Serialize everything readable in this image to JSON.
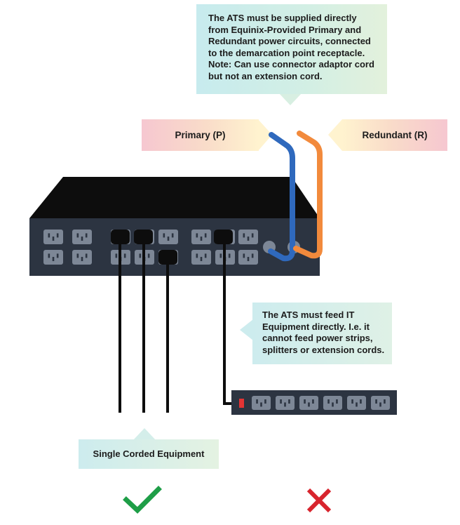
{
  "callouts": {
    "ats_supply": [
      "The ATS must be supplied directly",
      "from Equinix-Provided Primary and",
      "Redundant power circuits, connected",
      "to the demarcation point receptacle.",
      "Note: Can use connector adaptor cord",
      "but not an extension cord."
    ],
    "ats_feed": [
      "The ATS must feed IT",
      "Equipment directly. I.e. it",
      "cannot feed power strips,",
      "splitters or extension cords."
    ],
    "single_corded": "Single Corded Equipment"
  },
  "labels": {
    "primary": "Primary (P)",
    "redundant": "Redundant (R)"
  },
  "marks": {
    "allowed": "check-icon",
    "not_allowed": "cross-icon"
  },
  "colors": {
    "primary_cord": "#2f69bd",
    "redundant_cord": "#f28a3c",
    "device_body": "#2c3441",
    "device_top": "#0d0d0d",
    "outlet": "#7d8796",
    "check": "#1e9e47",
    "cross": "#d8242d",
    "switch": "#e23434"
  }
}
